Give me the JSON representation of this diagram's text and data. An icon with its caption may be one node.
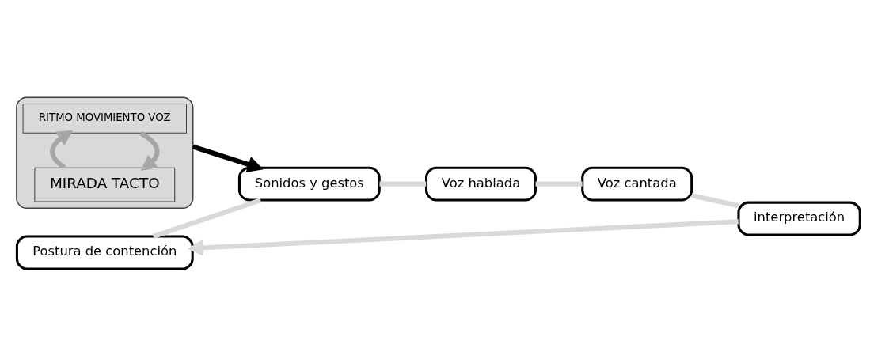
{
  "diagram": {
    "nodes": [
      {
        "text": [
          "Postura de contención"
        ]
      },
      {
        "text": [
          "interpretación"
        ]
      },
      {
        "text": [
          "Sonidos y gestos"
        ]
      },
      {
        "text": [],
        "shape": "box"
      },
      {
        "text": [
          "RITMO MOVIMIENTO VOZ"
        ],
        "in": 3
      },
      {
        "text": [
          "MIRADA TACTO"
        ],
        "in": 3
      },
      {
        "text": [
          "Voz cantada"
        ]
      },
      {
        "text": [
          "Voz hablada"
        ]
      }
    ],
    "edges": [
      {
        "from": 0,
        "to": 2,
        "arrow": "none"
      },
      {
        "from": 2,
        "to": 7,
        "arrow": "none"
      },
      {
        "from": 7,
        "to": 6,
        "arrow": "none"
      },
      {
        "from": 6,
        "to": 1,
        "arrow": "none"
      },
      {
        "from": 1,
        "to": 0,
        "arrow": "to"
      },
      {
        "from": 3,
        "to": 2,
        "arrow": "to",
        "color": "#000000"
      },
      {
        "from": 4,
        "to": 5,
        "arrow": "to",
        "color": "#a6a6a6"
      },
      {
        "from": 5,
        "to": 4,
        "arrow": "to",
        "color": "#a6a6a6"
      }
    ]
  }
}
